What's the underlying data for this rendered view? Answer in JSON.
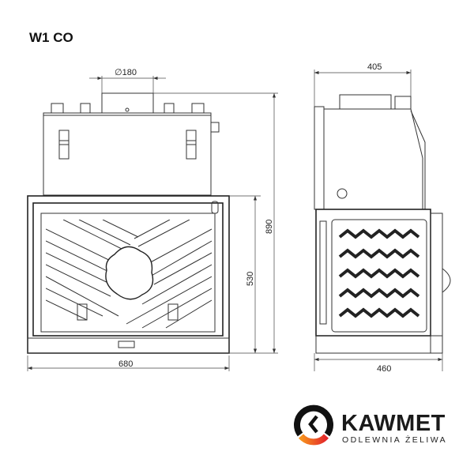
{
  "title": "W1 CO",
  "dimensions": {
    "flue_diameter": "∅180",
    "front_width": "680",
    "front_lower_height": "530",
    "total_height": "890",
    "side_top_depth": "405",
    "side_bottom_depth": "460"
  },
  "logo": {
    "brand": "KAWMET",
    "tagline": "ODLEWNIA ŻELIWA",
    "colors": {
      "ring": "#111111",
      "accent_start": "#f7941d",
      "accent_end": "#e3262b"
    }
  }
}
